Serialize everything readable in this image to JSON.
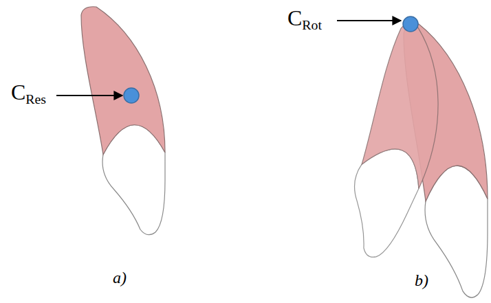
{
  "diagram": {
    "labels": [
      "CRes",
      "CRot",
      "a)",
      "b)"
    ]
  }
}
